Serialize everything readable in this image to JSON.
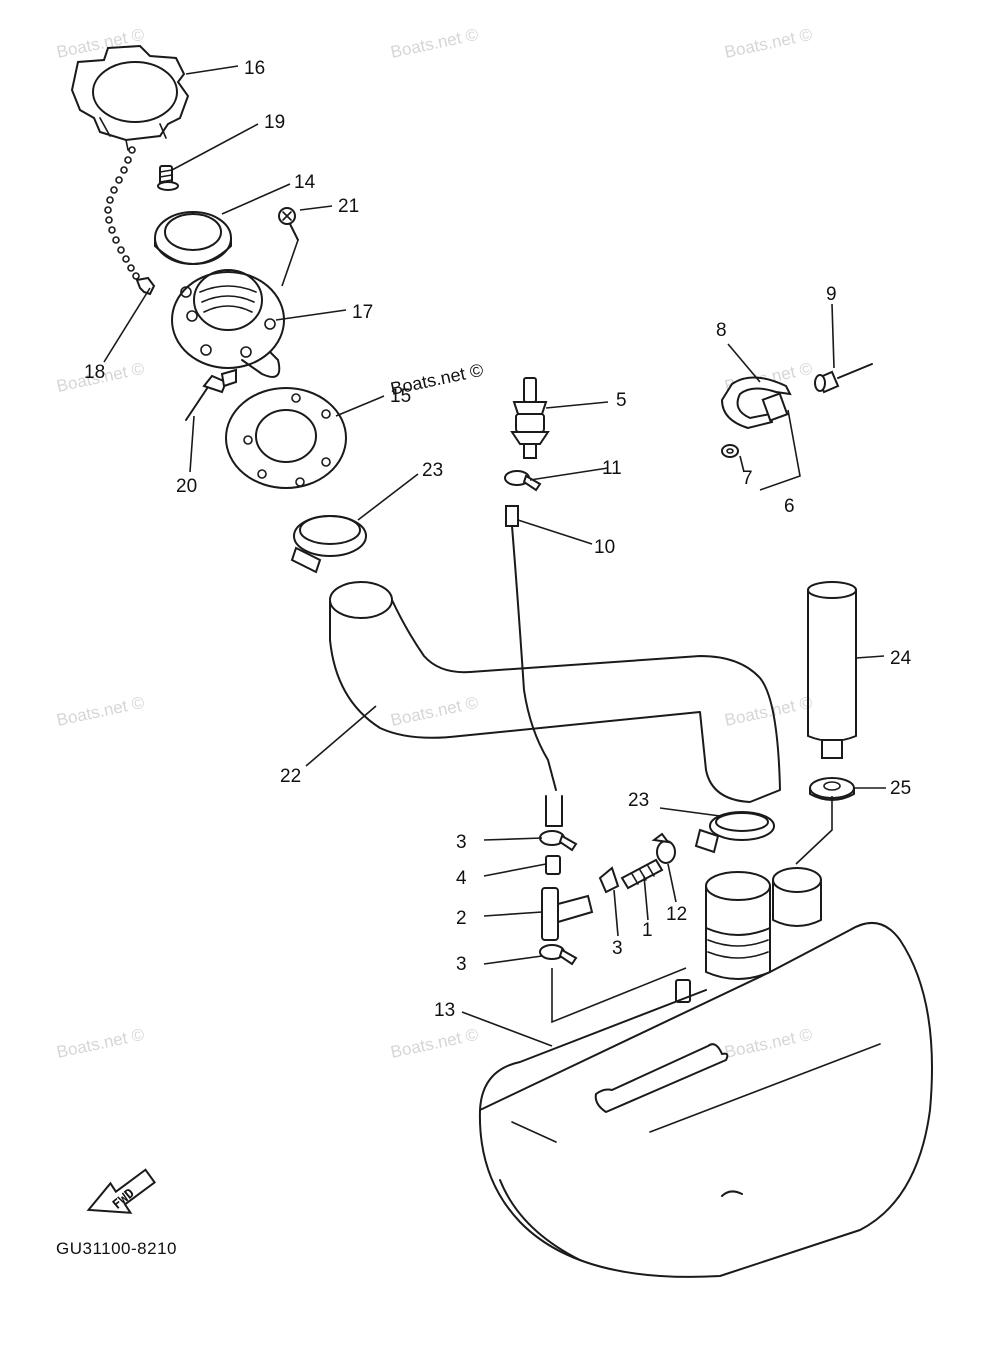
{
  "diagram": {
    "watermark": "Boats.net ©",
    "diagram_code": "GU31100-8210",
    "direction_label": "FWD",
    "callouts": {
      "c1": "1",
      "c2": "2",
      "c3a": "3",
      "c3b": "3",
      "c3c": "3",
      "c4": "4",
      "c5": "5",
      "c6": "6",
      "c7": "7",
      "c8": "8",
      "c9": "9",
      "c10": "10",
      "c11": "11",
      "c12": "12",
      "c13": "13",
      "c14": "14",
      "c15": "15",
      "c16": "16",
      "c17": "17",
      "c18": "18",
      "c19": "19",
      "c20": "20",
      "c21": "21",
      "c22": "22",
      "c23a": "23",
      "c23b": "23",
      "c24": "24",
      "c25": "25"
    }
  }
}
